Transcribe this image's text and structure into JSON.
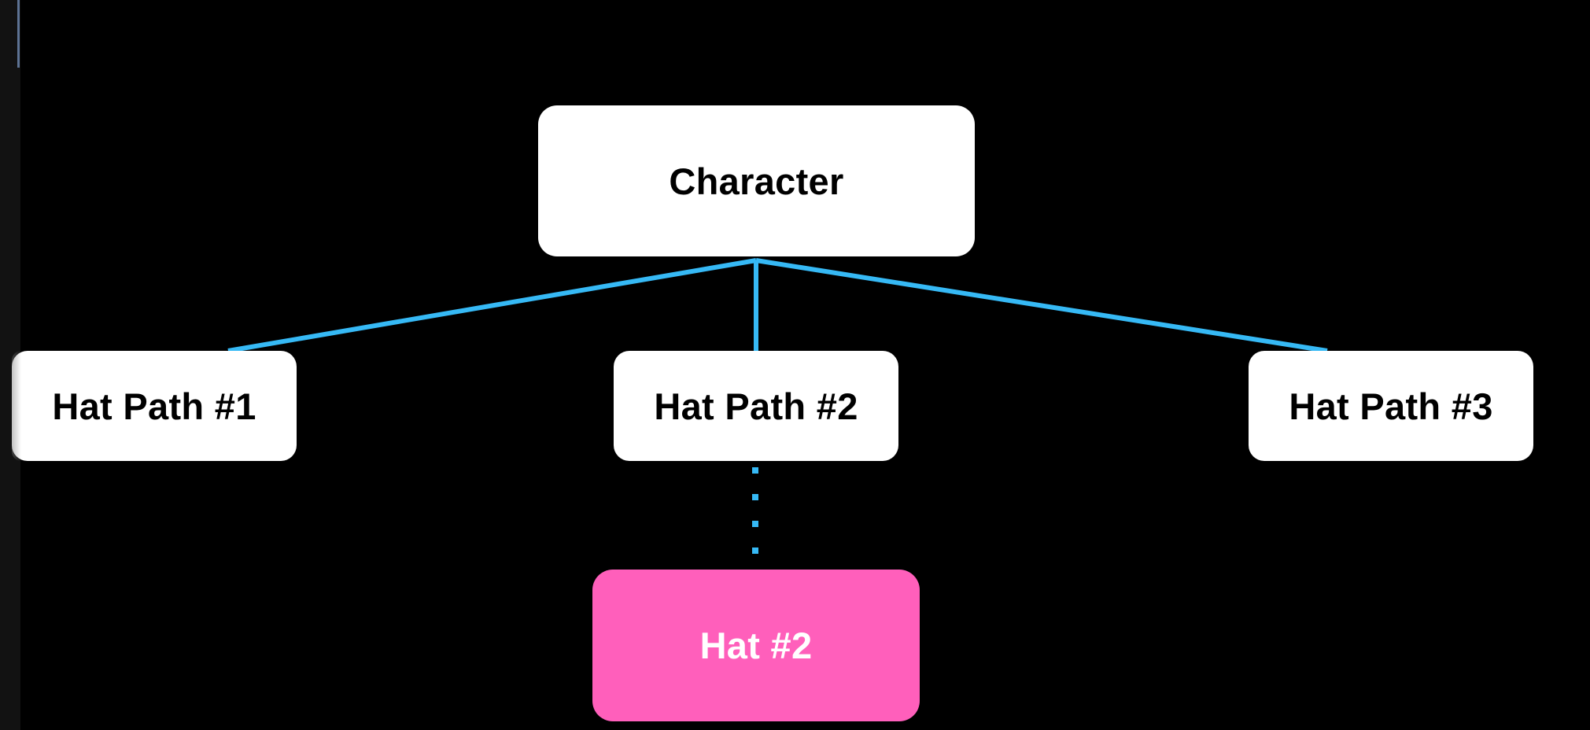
{
  "diagram": {
    "root": {
      "label": "Character"
    },
    "children": [
      {
        "label": "Hat Path #1"
      },
      {
        "label": "Hat Path #2"
      },
      {
        "label": "Hat Path #3"
      }
    ],
    "leaf": {
      "label": "Hat #2"
    }
  },
  "colors": {
    "background": "#000000",
    "node_fill": "#ffffff",
    "node_text": "#000000",
    "connector": "#36b9f5",
    "highlight_fill": "#ff5fbb",
    "highlight_text": "#ffffff"
  }
}
